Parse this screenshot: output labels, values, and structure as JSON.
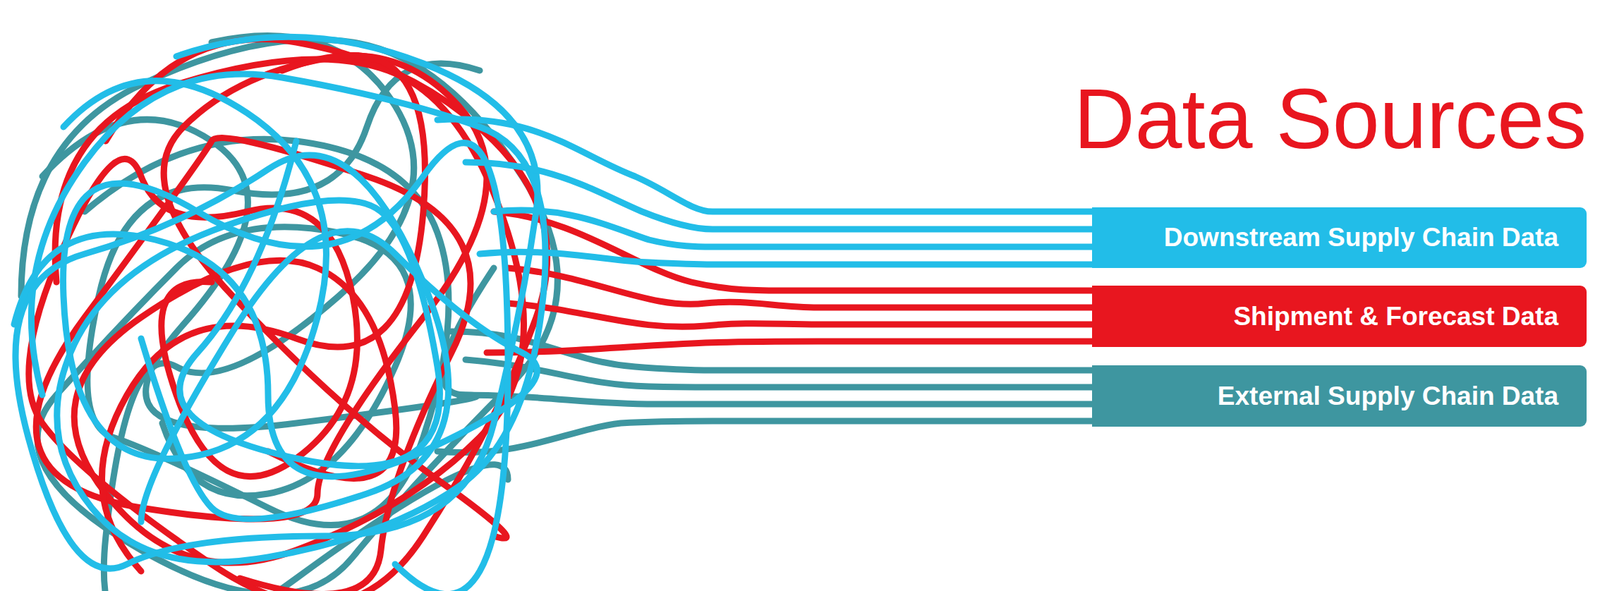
{
  "diagram": {
    "title": "Data Sources",
    "nodes": [
      {
        "text": [
          "Downstream Supply Chain Data"
        ]
      },
      {
        "text": [
          "Shipment & Forecast Data"
        ]
      },
      {
        "text": [
          "External Supply Chain Data"
        ]
      }
    ]
  }
}
